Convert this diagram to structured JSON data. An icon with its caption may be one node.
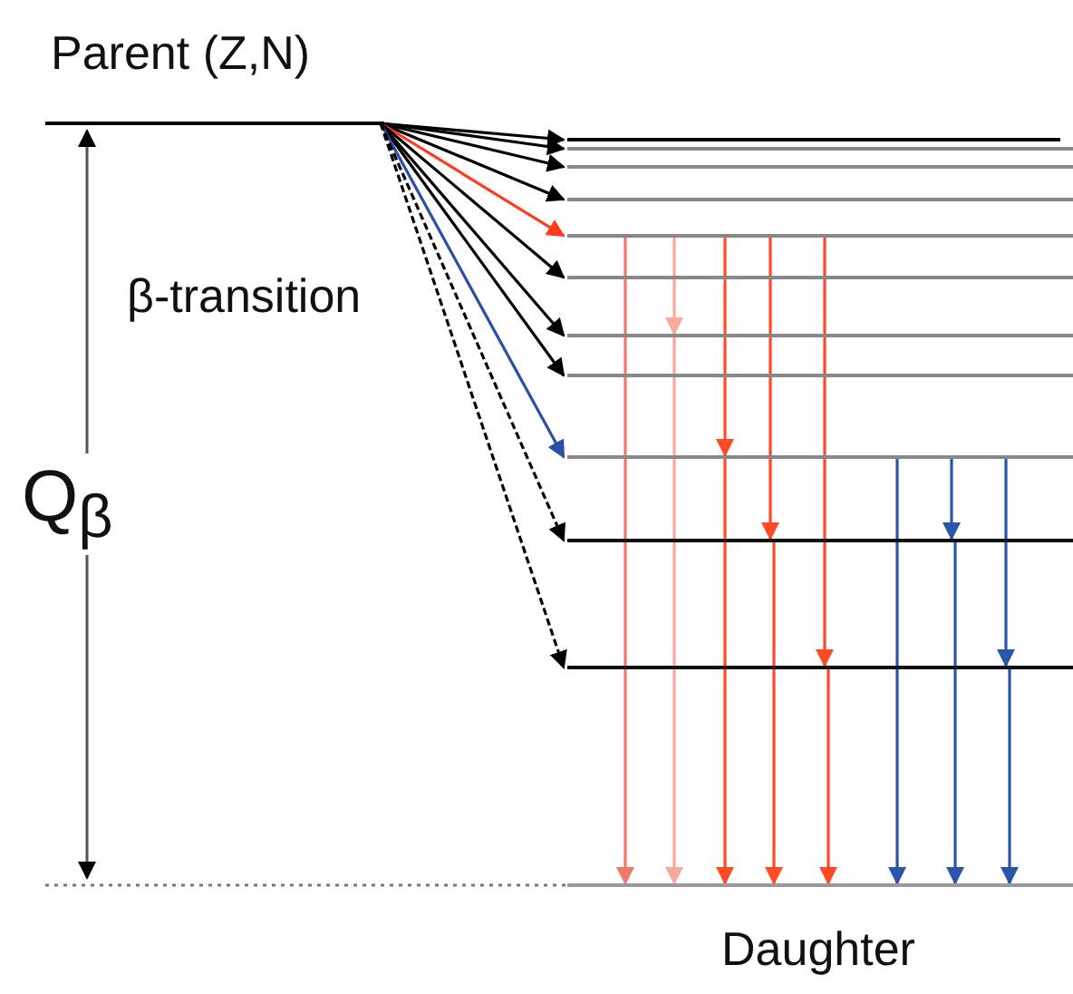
{
  "diagram": {
    "nodes": [
      {
        "text": [
          "Parent (Z,N)"
        ]
      },
      {
        "text": [],
        "shape": "bar"
      },
      {
        "text": [],
        "shape": "bar"
      },
      {
        "text": [],
        "shape": "bar"
      },
      {
        "text": [],
        "shape": "bar"
      },
      {
        "text": [],
        "shape": "bar"
      },
      {
        "text": [],
        "shape": "bar"
      },
      {
        "text": [],
        "shape": "bar"
      },
      {
        "text": [],
        "shape": "bar"
      },
      {
        "text": [],
        "shape": "bar"
      },
      {
        "text": [],
        "shape": "bar"
      },
      {
        "text": [],
        "shape": "bar"
      },
      {
        "text": [
          "Daughter"
        ]
      }
    ],
    "edges": [
      {
        "from": 0,
        "to": 1,
        "arrow": "to"
      },
      {
        "from": 0,
        "to": 2,
        "arrow": "to"
      },
      {
        "from": 0,
        "to": 3,
        "arrow": "to"
      },
      {
        "from": 0,
        "to": 4,
        "arrow": "to"
      },
      {
        "from": 0,
        "to": 5,
        "arrow": "to",
        "color": "#ff3b1f"
      },
      {
        "from": 0,
        "to": 6,
        "arrow": "to"
      },
      {
        "from": 0,
        "to": 7,
        "arrow": "to"
      },
      {
        "from": 0,
        "to": 8,
        "arrow": "to"
      },
      {
        "from": 0,
        "to": 9,
        "arrow": "to",
        "color": "#2a4fa8"
      },
      {
        "from": 0,
        "to": 10,
        "arrow": "to",
        "style": "dashed"
      },
      {
        "from": 0,
        "to": 11,
        "arrow": "to",
        "style": "dashed"
      },
      {
        "from": 5,
        "to": 12,
        "arrow": "to",
        "color": "#f07868"
      },
      {
        "from": 5,
        "to": 7,
        "arrow": "to",
        "color": "#f8a89c"
      },
      {
        "from": 7,
        "to": 12,
        "arrow": "to",
        "color": "#f8a89c"
      },
      {
        "from": 5,
        "to": 9,
        "arrow": "to",
        "color": "#ff4a26"
      },
      {
        "from": 9,
        "to": 12,
        "arrow": "to",
        "color": "#ff4a26"
      },
      {
        "from": 5,
        "to": 10,
        "arrow": "to",
        "color": "#ff4a26"
      },
      {
        "from": 10,
        "to": 12,
        "arrow": "to",
        "color": "#ff4a26"
      },
      {
        "from": 5,
        "to": 11,
        "arrow": "to",
        "color": "#ff4a26"
      },
      {
        "from": 11,
        "to": 12,
        "arrow": "to",
        "color": "#ff4a26"
      },
      {
        "from": 9,
        "to": 12,
        "arrow": "to",
        "color": "#2a55a8"
      },
      {
        "from": 9,
        "to": 10,
        "arrow": "to",
        "color": "#2a55a8"
      },
      {
        "from": 10,
        "to": 12,
        "arrow": "to",
        "color": "#2a55a8"
      },
      {
        "from": 9,
        "to": 11,
        "arrow": "to",
        "color": "#2a55a8"
      },
      {
        "from": 11,
        "to": 12,
        "arrow": "to",
        "color": "#2a55a8"
      }
    ],
    "labels": [
      "β-transition",
      "Q$_{β}$"
    ]
  }
}
